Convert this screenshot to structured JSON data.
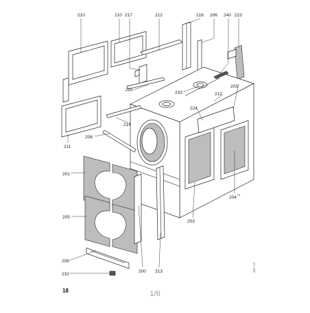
{
  "page": {
    "number": "18",
    "pager": "1/6",
    "drawing_ref": "0851 376"
  },
  "callouts": [
    {
      "id": "c210a",
      "label": "210"
    },
    {
      "id": "c210b",
      "label": "210"
    },
    {
      "id": "c217",
      "label": "217"
    },
    {
      "id": "c212a",
      "label": "212"
    },
    {
      "id": "c216",
      "label": "216"
    },
    {
      "id": "c206",
      "label": "206"
    },
    {
      "id": "c240",
      "label": "240"
    },
    {
      "id": "c223",
      "label": "223"
    },
    {
      "id": "c225",
      "label": "225"
    },
    {
      "id": "c233",
      "label": "233"
    },
    {
      "id": "c212b",
      "label": "212"
    },
    {
      "id": "c203a",
      "label": "203"
    },
    {
      "id": "c224",
      "label": "224"
    },
    {
      "id": "c214",
      "label": "214"
    },
    {
      "id": "c208",
      "label": "208"
    },
    {
      "id": "c211",
      "label": "211"
    },
    {
      "id": "c201",
      "label": "201"
    },
    {
      "id": "c204",
      "label": "204"
    },
    {
      "id": "c204sup",
      "label": "*1"
    },
    {
      "id": "c205",
      "label": "205"
    },
    {
      "id": "c203b",
      "label": "203"
    },
    {
      "id": "c209",
      "label": "209"
    },
    {
      "id": "c200",
      "label": "200"
    },
    {
      "id": "c213",
      "label": "213"
    },
    {
      "id": "c232",
      "label": "232"
    }
  ]
}
